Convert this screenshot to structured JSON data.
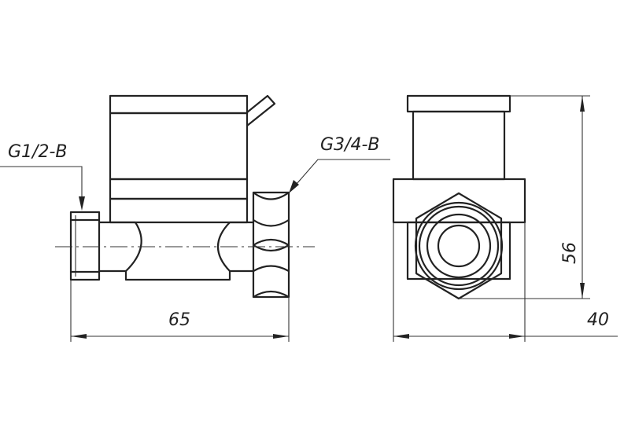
{
  "labels": {
    "inlet_thread": "G1/2-B",
    "outlet_thread": "G3/4-B",
    "length_dim": "65",
    "height_dim": "56",
    "width_dim": "40"
  },
  "colors": {
    "line": "#222222",
    "background": "#ffffff"
  }
}
